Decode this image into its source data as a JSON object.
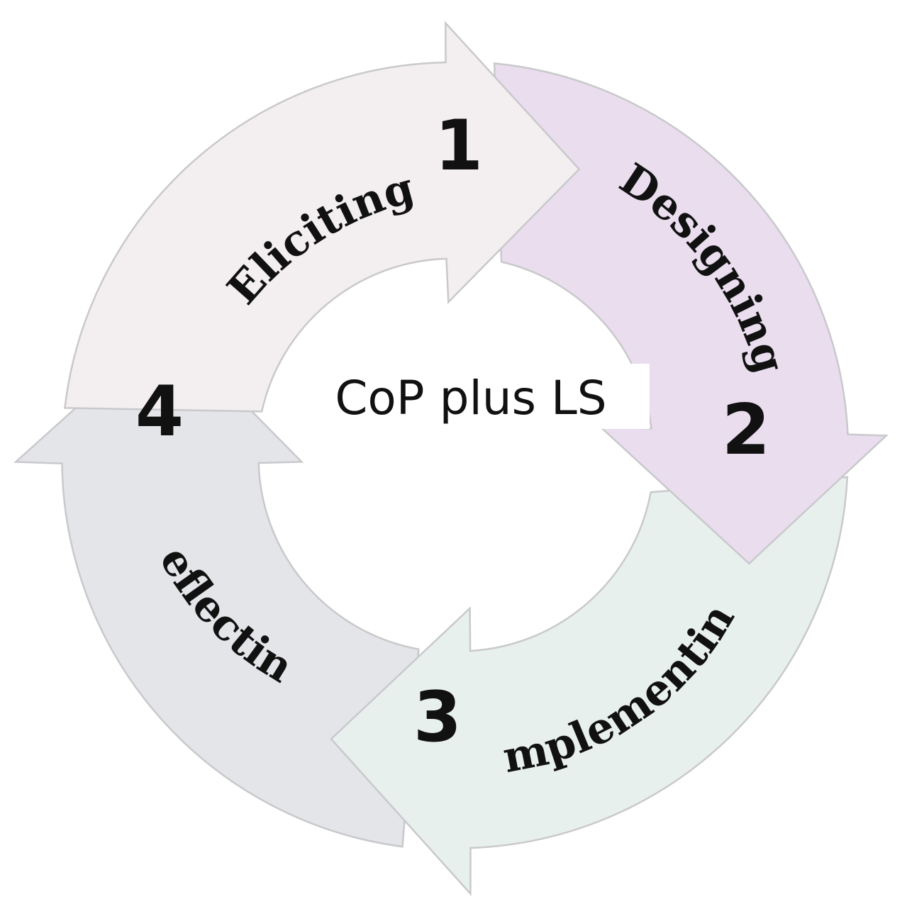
{
  "center_title": "CoP plus LS",
  "stages": [
    {
      "number": "1",
      "label": "Eliciting",
      "color": "#f3eff1"
    },
    {
      "number": "2",
      "label": "Designing",
      "color": "#e9ddee"
    },
    {
      "number": "3",
      "label": "Implementing",
      "color": "#e8f0ee"
    },
    {
      "number": "4",
      "label": "Reflecting",
      "color": "#e4e5e9"
    }
  ]
}
